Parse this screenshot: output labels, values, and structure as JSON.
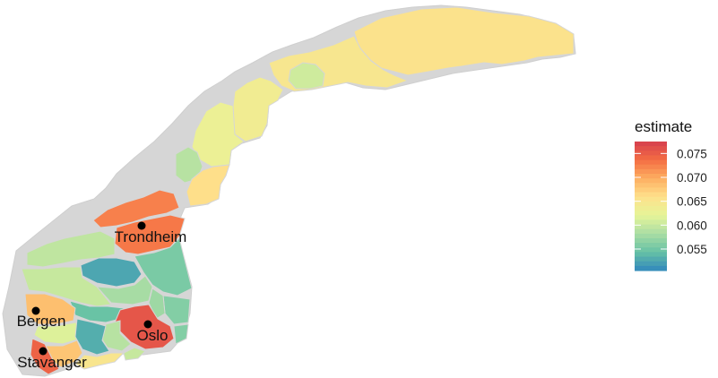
{
  "legend": {
    "title": "estimate",
    "min": 0.0505,
    "max": 0.0775,
    "ticks": [
      {
        "value": 0.075,
        "label": "0.075"
      },
      {
        "value": 0.07,
        "label": "0.070"
      },
      {
        "value": 0.065,
        "label": "0.065"
      },
      {
        "value": 0.06,
        "label": "0.060"
      },
      {
        "value": 0.055,
        "label": "0.055"
      }
    ],
    "palette": [
      "#3288bd",
      "#66c2a5",
      "#abdda4",
      "#e6f598",
      "#fee08b",
      "#fdae61",
      "#f46d43",
      "#d53e4f"
    ]
  },
  "cities": [
    {
      "name": "Trondheim"
    },
    {
      "name": "Bergen"
    },
    {
      "name": "Oslo"
    },
    {
      "name": "Stavanger"
    }
  ],
  "colors": {
    "border": "#d6d6d6",
    "land_outline": "#cfcfcf",
    "city_marker": "#000000"
  },
  "regions": [
    {
      "id": "finnmark",
      "value": 0.0655
    },
    {
      "id": "troms",
      "value": 0.0648
    },
    {
      "id": "troms-green",
      "value": 0.0605
    },
    {
      "id": "nordland-north",
      "value": 0.0638
    },
    {
      "id": "nordland-mid",
      "value": 0.063
    },
    {
      "id": "nordland-green",
      "value": 0.059
    },
    {
      "id": "nordland-south",
      "value": 0.066
    },
    {
      "id": "trondelag-coast",
      "value": 0.0725
    },
    {
      "id": "trondelag",
      "value": 0.073
    },
    {
      "id": "hedmark-north",
      "value": 0.0555
    },
    {
      "id": "hedmark-south",
      "value": 0.056
    },
    {
      "id": "sogn",
      "value": 0.0595
    },
    {
      "id": "oppland-blue",
      "value": 0.0525
    },
    {
      "id": "valdres",
      "value": 0.058
    },
    {
      "id": "gudbrandsdal",
      "value": 0.0575
    },
    {
      "id": "west-green",
      "value": 0.06
    },
    {
      "id": "hallingdal",
      "value": 0.0545
    },
    {
      "id": "bergen-orange",
      "value": 0.0685
    },
    {
      "id": "hordaland-light",
      "value": 0.0615
    },
    {
      "id": "oslo-red",
      "value": 0.0755
    },
    {
      "id": "ostfold",
      "value": 0.056
    },
    {
      "id": "buskerud-green",
      "value": 0.059
    },
    {
      "id": "telemark-blue",
      "value": 0.053
    },
    {
      "id": "rogaland-orange",
      "value": 0.068
    },
    {
      "id": "stavanger-red",
      "value": 0.0745
    },
    {
      "id": "agder-yellow",
      "value": 0.065
    },
    {
      "id": "agder-green",
      "value": 0.06
    }
  ]
}
